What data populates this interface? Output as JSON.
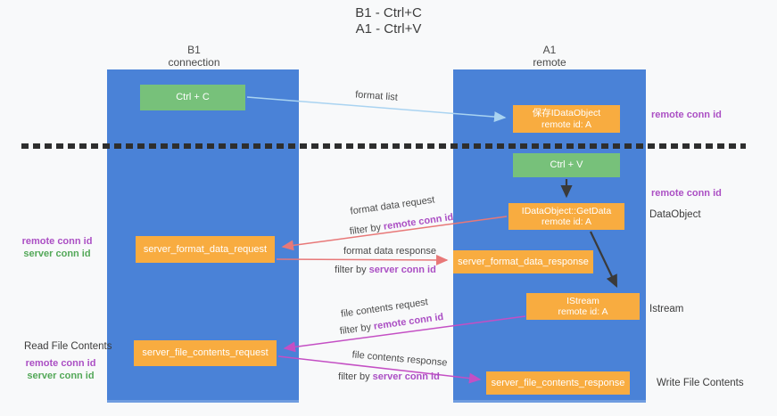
{
  "title": {
    "line1": "B1 - Ctrl+C",
    "line2": "A1 - Ctrl+V"
  },
  "columns": {
    "left": {
      "name": "B1",
      "role": "connection"
    },
    "right": {
      "name": "A1",
      "role": "remote"
    }
  },
  "nodes": {
    "ctrl_c": "Ctrl + C",
    "save_dataobject_line1": "保存IDataObject",
    "save_dataobject_line2": "remote id: A",
    "ctrl_v": "Ctrl + V",
    "getdata_line1": "IDataObject::GetData",
    "getdata_line2": "remote id: A",
    "server_format_data_request": "server_format_data_request",
    "server_format_data_response": "server_format_data_response",
    "istream_line1": "IStream",
    "istream_line2": "remote id: A",
    "server_file_contents_request": "server_file_contents_request",
    "server_file_contents_response": "server_file_contents_response"
  },
  "edge_labels": {
    "format_list": "format list",
    "format_data_request": "format data request",
    "format_data_response": "format data response",
    "file_contents_request": "file contents request",
    "file_contents_response": "file contents response",
    "filter_by": "filter by",
    "remote_conn_id": "remote conn id",
    "server_conn_id": "server conn id"
  },
  "side_labels": {
    "dataobject": "DataObject",
    "istream": "Istream",
    "read_file_contents": "Read File Contents",
    "write_file_contents": "Write File Contents"
  },
  "colors": {
    "lane_blue": "#4a82d7",
    "node_green": "#77c17a",
    "node_orange": "#f8ac40",
    "arrow_light_blue": "#a9d3f1",
    "arrow_black": "#3a3a3a",
    "arrow_red": "#e87878",
    "arrow_magenta": "#c44fc4",
    "text_purple": "#ab4fc4",
    "text_green": "#53a858",
    "divider_dark": "#2e2e2e",
    "background": "#f8f9fa"
  }
}
